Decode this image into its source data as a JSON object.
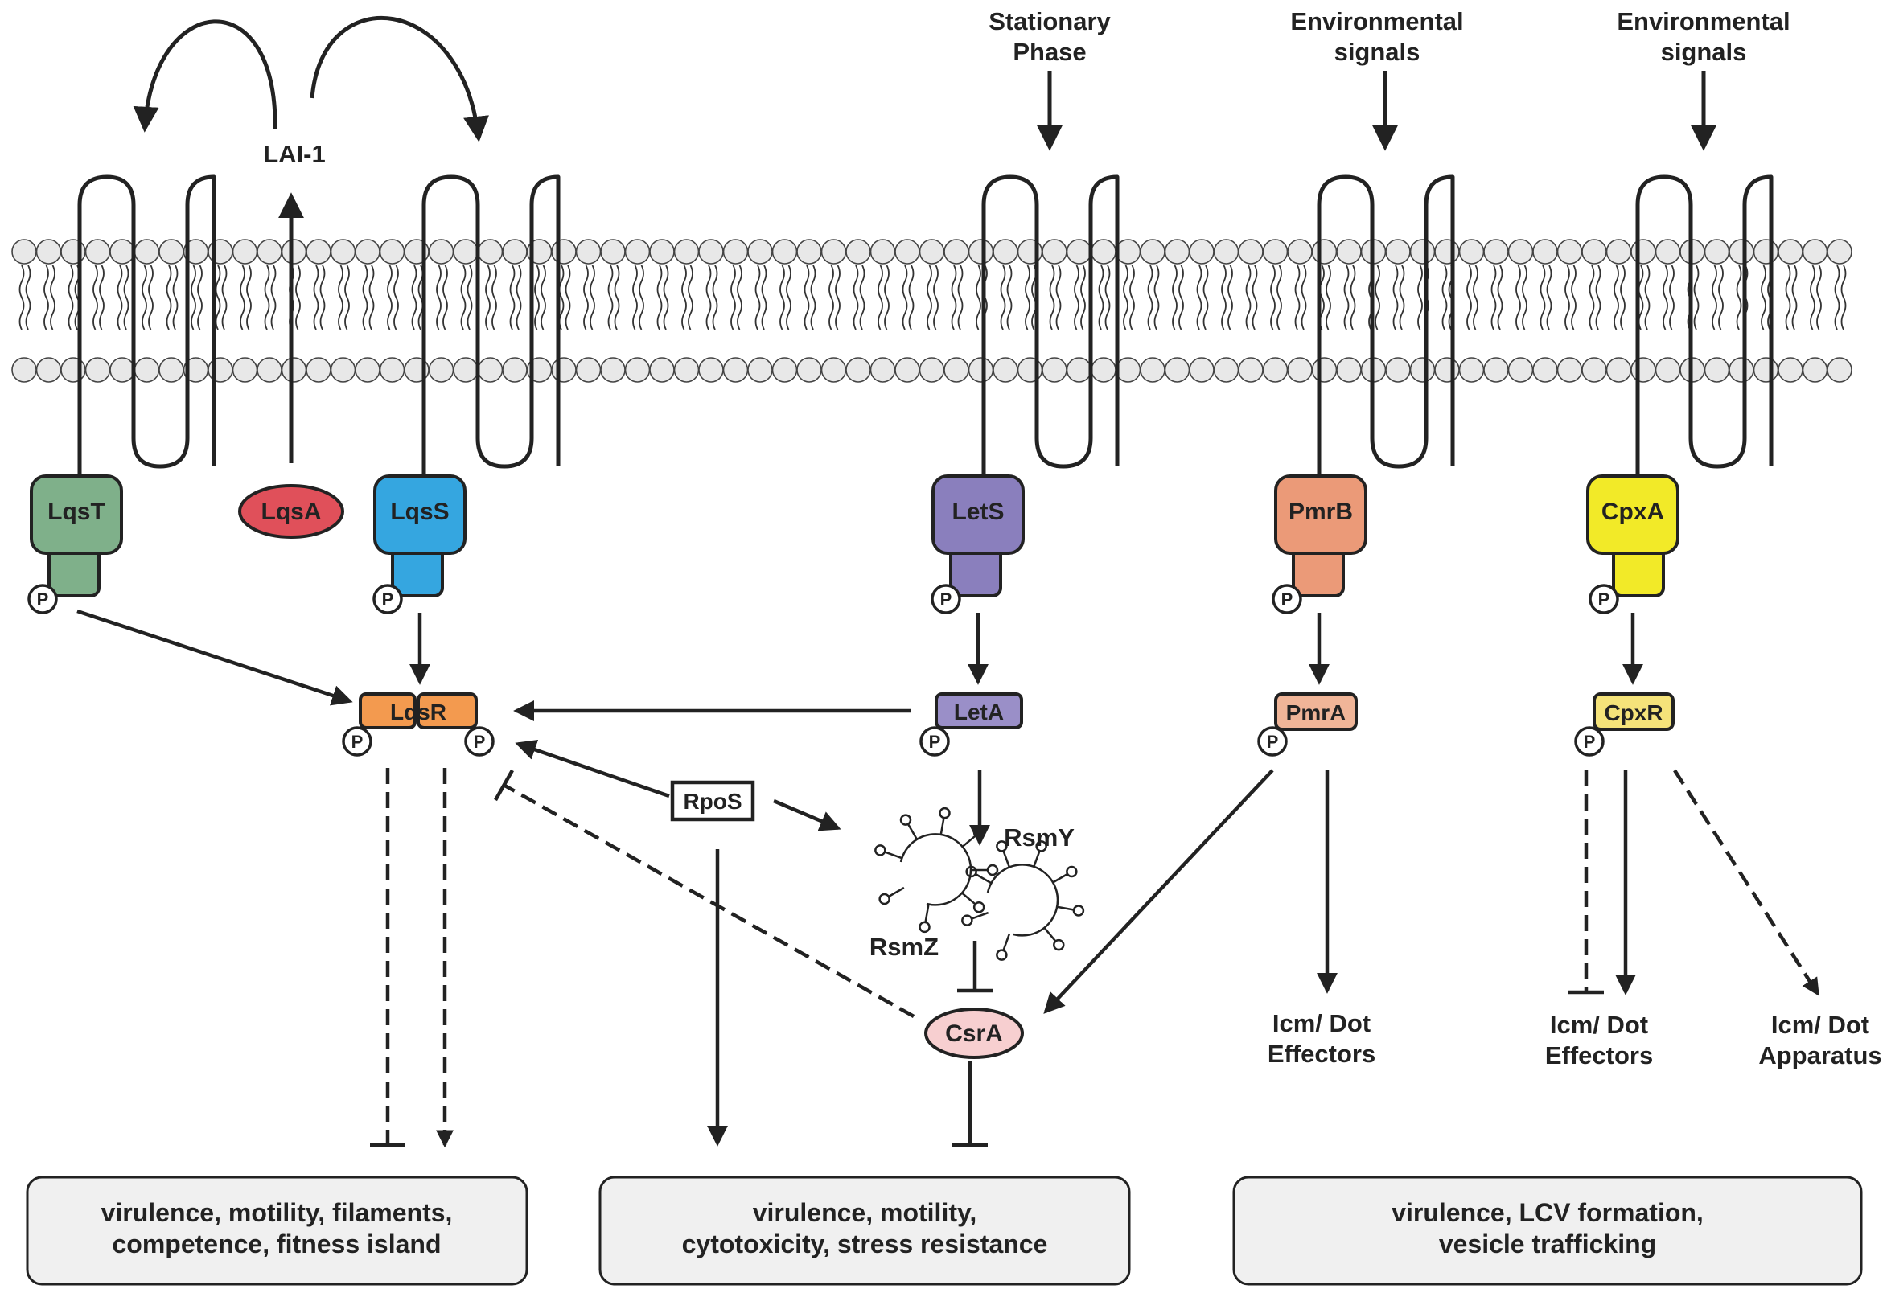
{
  "signals": {
    "stationary_1": "Stationary",
    "stationary_2": "Phase",
    "env1_1": "Environmental",
    "env1_2": "signals",
    "env2_1": "Environmental",
    "env2_2": "signals"
  },
  "autoinducer": "LAI-1",
  "sensors": {
    "lqst": "LqsT",
    "lqsa": "LqsA",
    "lqss": "LqsS",
    "lets": "LetS",
    "pmrb": "PmrB",
    "cpxa": "CpxA"
  },
  "regulators": {
    "lqsr": "LqsR",
    "leta": "LetA",
    "pmra": "PmrA",
    "cpxr": "CpxR",
    "rpos": "RpoS",
    "csra": "CsrA"
  },
  "phospho_label": "P",
  "srnas": {
    "rsmy": "RsmY",
    "rsmz": "RsmZ"
  },
  "effectors": {
    "pmr_1": "Icm/ Dot",
    "pmr_2": "Effectors",
    "cpx_eff_1": "Icm/ Dot",
    "cpx_eff_2": "Effectors",
    "cpx_app_1": "Icm/ Dot",
    "cpx_app_2": "Apparatus"
  },
  "outcomes": {
    "left_1": "virulence, motility, filaments,",
    "left_2": "competence, fitness island",
    "mid_1": "virulence, motility,",
    "mid_2": "cytotoxicity, stress resistance",
    "right_1": "virulence, LCV formation,",
    "right_2": "vesicle trafficking"
  },
  "colors": {
    "lqst": "#7fb08a",
    "lqsa": "#e0505a",
    "lqss": "#35a6e0",
    "lets": "#8a7fbd",
    "pmrb": "#eb9a78",
    "cpxa": "#f2ea28",
    "lqsr": "#f39a4f",
    "leta": "#9a8fc8",
    "pmra": "#f0b598",
    "cpxr": "#f5e37a",
    "csra": "#f7cfd0",
    "outcome_box": "#f0f0f0"
  }
}
